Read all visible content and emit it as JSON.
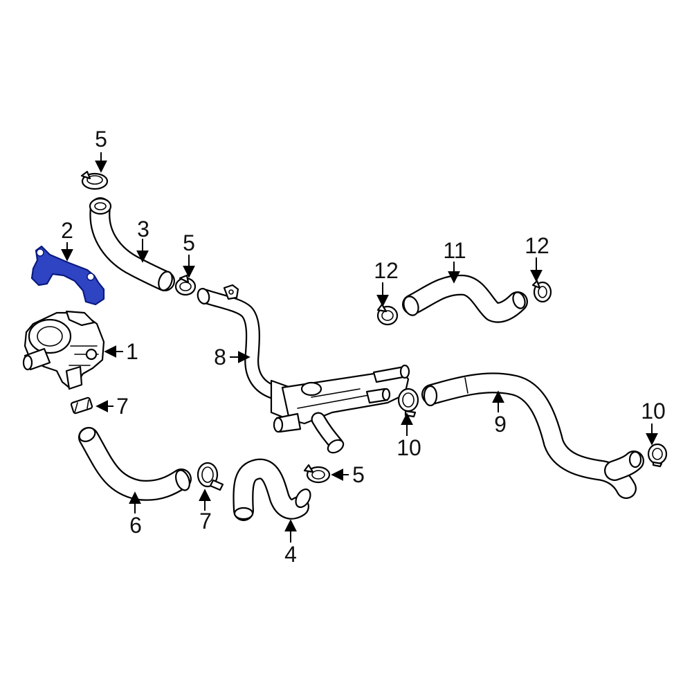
{
  "diagram": {
    "accent_color": "#2f44c2",
    "highlighted_part": "2",
    "callouts": [
      "1",
      "2",
      "3",
      "4",
      "5",
      "5",
      "5",
      "6",
      "7",
      "7",
      "8",
      "9",
      "10",
      "10",
      "11",
      "12",
      "12"
    ]
  }
}
